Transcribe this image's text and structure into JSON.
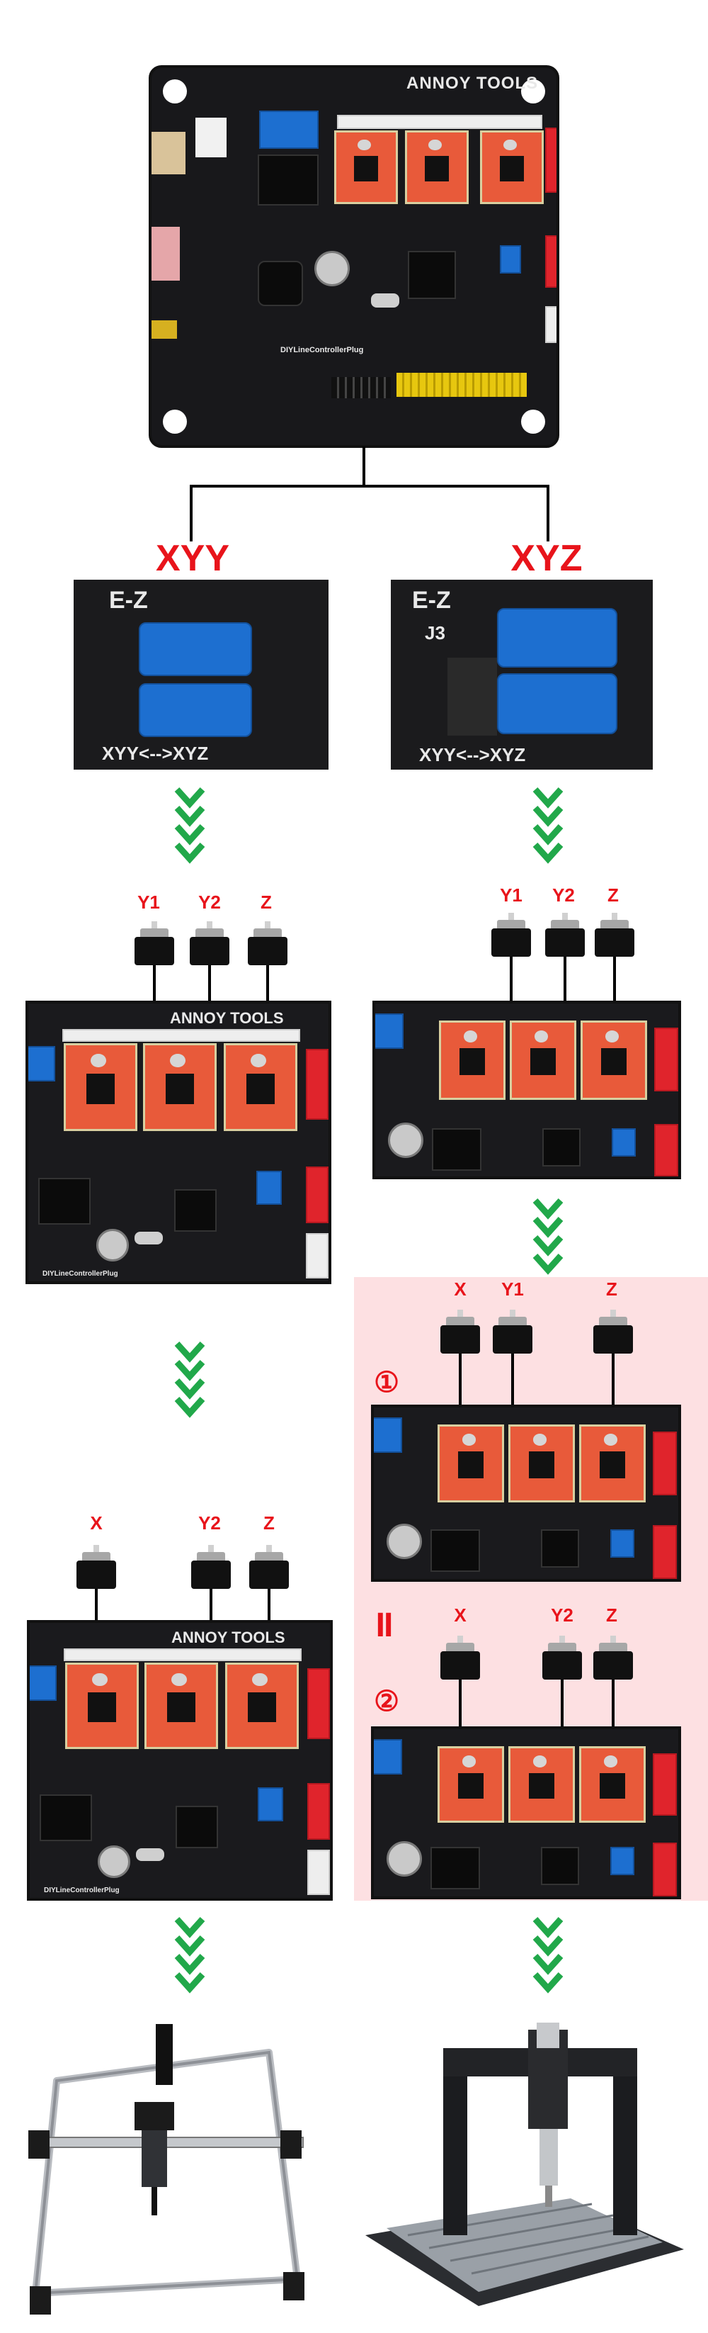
{
  "top_board": {
    "brand": "ANNOY TOOLS",
    "plug_label": "DIYLineControllerPlug"
  },
  "modes": [
    {
      "label": "XYY",
      "silk_top": "E-Z",
      "silk_bottom": "XYY<-->XYZ"
    },
    {
      "label": "XYZ",
      "silk_top": "E-Z",
      "silk_sub": "J3",
      "silk_bottom": "XYY<-->XYZ"
    }
  ],
  "xyy_board_a": {
    "motors": [
      "Y1",
      "Y2",
      "Z"
    ],
    "brand": "ANNOY TOOLS",
    "plug_label": "DIYLineControllerPlug"
  },
  "xyz_board_a": {
    "motors": [
      "Y1",
      "Y2",
      "Z"
    ]
  },
  "xyz_option_1": {
    "marker": "①",
    "motors": [
      "X",
      "Y1",
      "Z"
    ]
  },
  "xyz_option_2": {
    "marker": "②",
    "motors": [
      "X",
      "Y2",
      "Z"
    ]
  },
  "equals_sign": "II",
  "xyy_board_b": {
    "motors": [
      "X",
      "Y2",
      "Z"
    ],
    "brand": "ANNOY TOOLS",
    "plug_label": "DIYLineControllerPlug"
  },
  "colors": {
    "label_red": "#e8141b",
    "arrow_green": "#21a84a",
    "highlight_pink": "#fde0e2",
    "pcb_black": "#1a1a1d",
    "driver_red": "#e85a3a",
    "connector_blue": "#1d6fd0"
  },
  "machines": [
    {
      "icon": "laser-engraver-icon"
    },
    {
      "icon": "cnc-router-icon"
    }
  ]
}
